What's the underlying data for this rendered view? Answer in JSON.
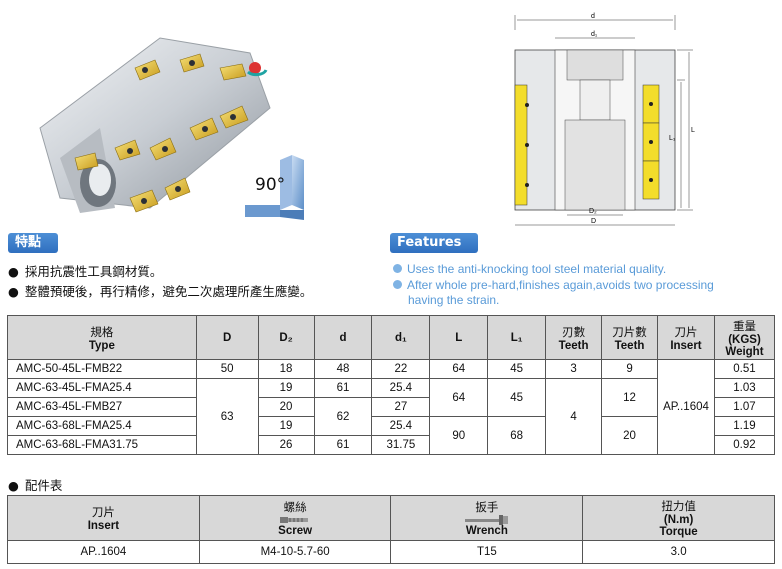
{
  "illustration": {
    "angle_label": "90°"
  },
  "drawing_labels": {
    "d": "d",
    "d1": "d₁",
    "L": "L",
    "L1": "L₁",
    "D2": "D₂",
    "D": "D"
  },
  "features_cn": {
    "header": "特點",
    "items": [
      "採用抗震性工具鋼材質。",
      "整體預硬後，再行精修，避免二次處理所產生應變。"
    ]
  },
  "features_en": {
    "header": "Features",
    "items": [
      "Uses the anti-knocking tool steel material quality.",
      "After whole pre-hard,finishes again,avoids two processing",
      "having the strain."
    ]
  },
  "spec_table": {
    "headers": [
      {
        "cn": "規格",
        "en": "Type"
      },
      {
        "cn": "",
        "en": "D"
      },
      {
        "cn": "",
        "en": "D₂"
      },
      {
        "cn": "",
        "en": "d"
      },
      {
        "cn": "",
        "en": "d₁"
      },
      {
        "cn": "",
        "en": "L"
      },
      {
        "cn": "",
        "en": "L₁"
      },
      {
        "cn": "刃數",
        "en": "Teeth"
      },
      {
        "cn": "刀片數",
        "en": "Teeth"
      },
      {
        "cn": "刀片",
        "en": "Insert"
      },
      {
        "cn": "重量",
        "en": "(KGS)\nWeight"
      }
    ],
    "types": [
      "AMC-50-45L-FMB22",
      "AMC-63-45L-FMA25.4",
      "AMC-63-45L-FMB27",
      "AMC-63-68L-FMA25.4",
      "AMC-63-68L-FMA31.75"
    ],
    "D": [
      "50",
      "63"
    ],
    "D2": [
      "18",
      "19",
      "20",
      "19",
      "26"
    ],
    "d": [
      "48",
      "61",
      "62",
      "61"
    ],
    "d1": [
      "22",
      "25.4",
      "27",
      "25.4",
      "31.75"
    ],
    "L": [
      "64",
      "90"
    ],
    "L1": [
      "45",
      "68"
    ],
    "teeth": [
      "3",
      "4"
    ],
    "insert_count": [
      "9",
      "12",
      "20"
    ],
    "insert": "AP..1604",
    "weight": [
      "0.51",
      "1.03",
      "1.07",
      "1.19",
      "0.92"
    ]
  },
  "parts": {
    "title": "配件表",
    "headers": [
      {
        "cn": "刀片",
        "en": "Insert"
      },
      {
        "cn": "螺絲",
        "en": "Screw"
      },
      {
        "cn": "扳手",
        "en": "Wrench"
      },
      {
        "cn": "扭力值",
        "en": "(N.m)\nTorque"
      }
    ],
    "row": [
      "AP..1604",
      "M4-10-5.7-60",
      "T15",
      "3.0"
    ]
  }
}
